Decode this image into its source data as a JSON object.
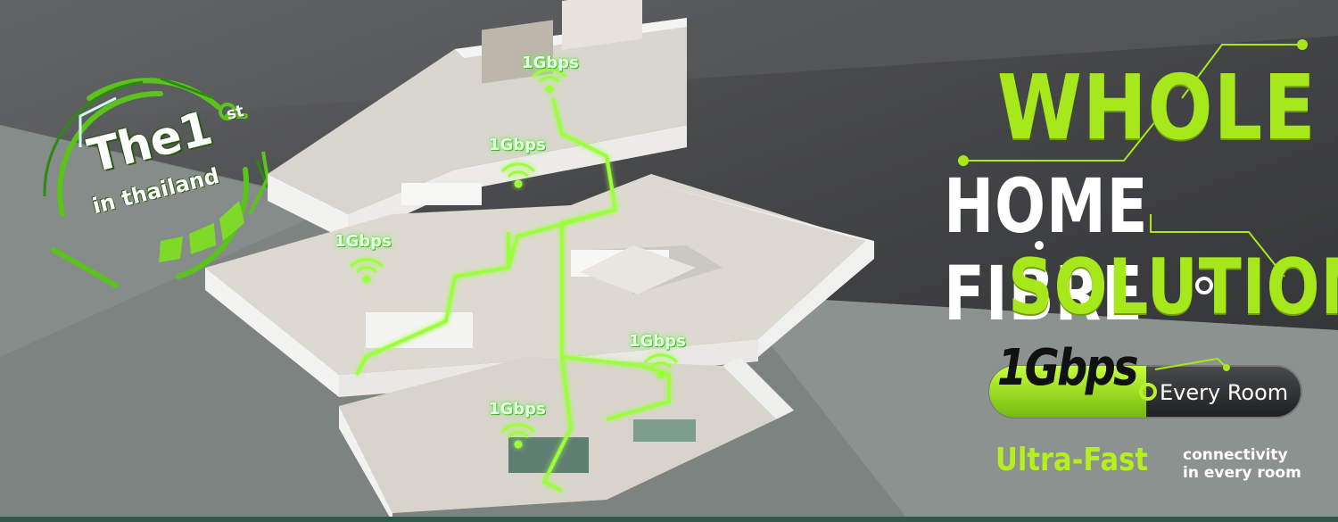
{
  "badge": {
    "line1": "The1",
    "superscript": "st",
    "line2": "in thailand"
  },
  "house": {
    "speed_labels": [
      "1Gbps",
      "1Gbps",
      "1Gbps",
      "1Gbps",
      "1Gbps"
    ]
  },
  "headline": {
    "word1": "WHOLE",
    "word2": "HOME FIBRE",
    "word3": "SOLUTION"
  },
  "pill": {
    "speed": "1Gbps",
    "suffix": "Every Room"
  },
  "tagline": {
    "main": "Ultra-Fast",
    "line1": "connectivity",
    "line2": "in every room"
  },
  "colors": {
    "accent": "#a6e81c",
    "fibre_glow": "#9cff3c",
    "background": "#3a3b3d",
    "pill_dark": "#222222"
  },
  "icons": [
    "wifi-icon",
    "badge-ring"
  ]
}
